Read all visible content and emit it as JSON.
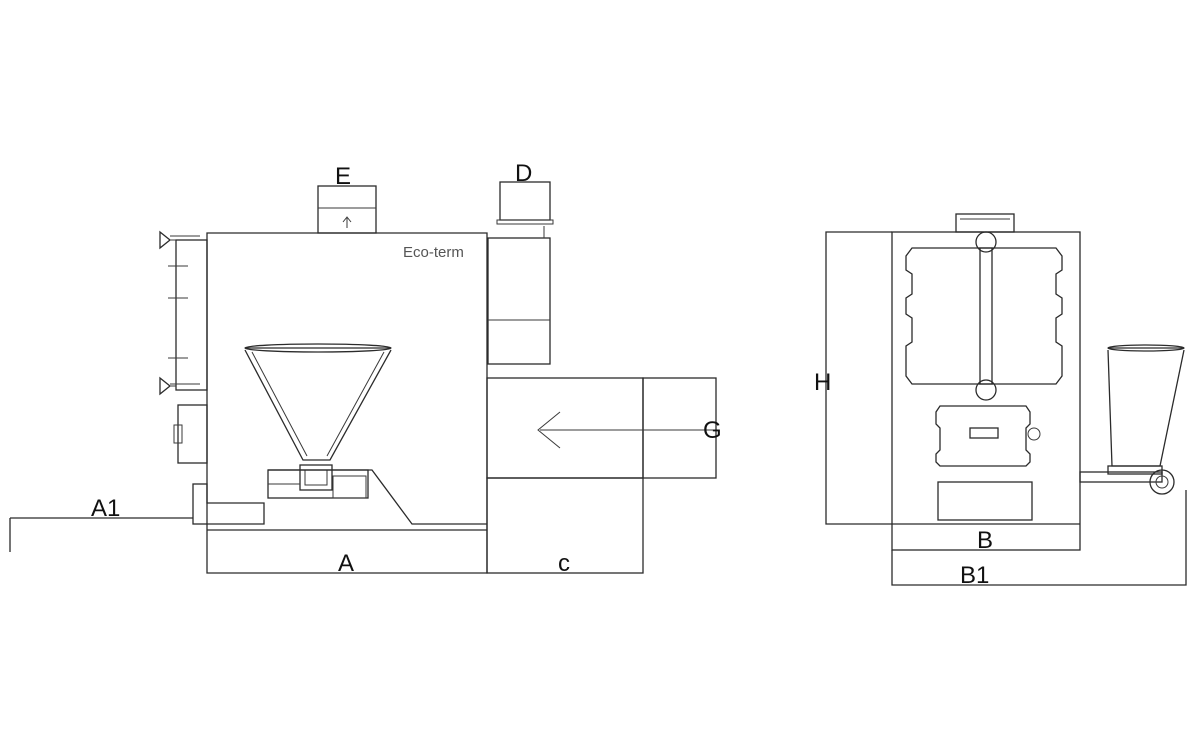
{
  "labels": {
    "e": "E",
    "d": "D",
    "g": "G",
    "a1": "A1",
    "a": "A",
    "c": "c",
    "h": "H",
    "b": "B",
    "b1": "B1"
  },
  "brand": "Eco-term",
  "colors": {
    "line": "#2b2b2b",
    "text": "#111111",
    "brand_text": "#555555",
    "background": "#ffffff"
  }
}
